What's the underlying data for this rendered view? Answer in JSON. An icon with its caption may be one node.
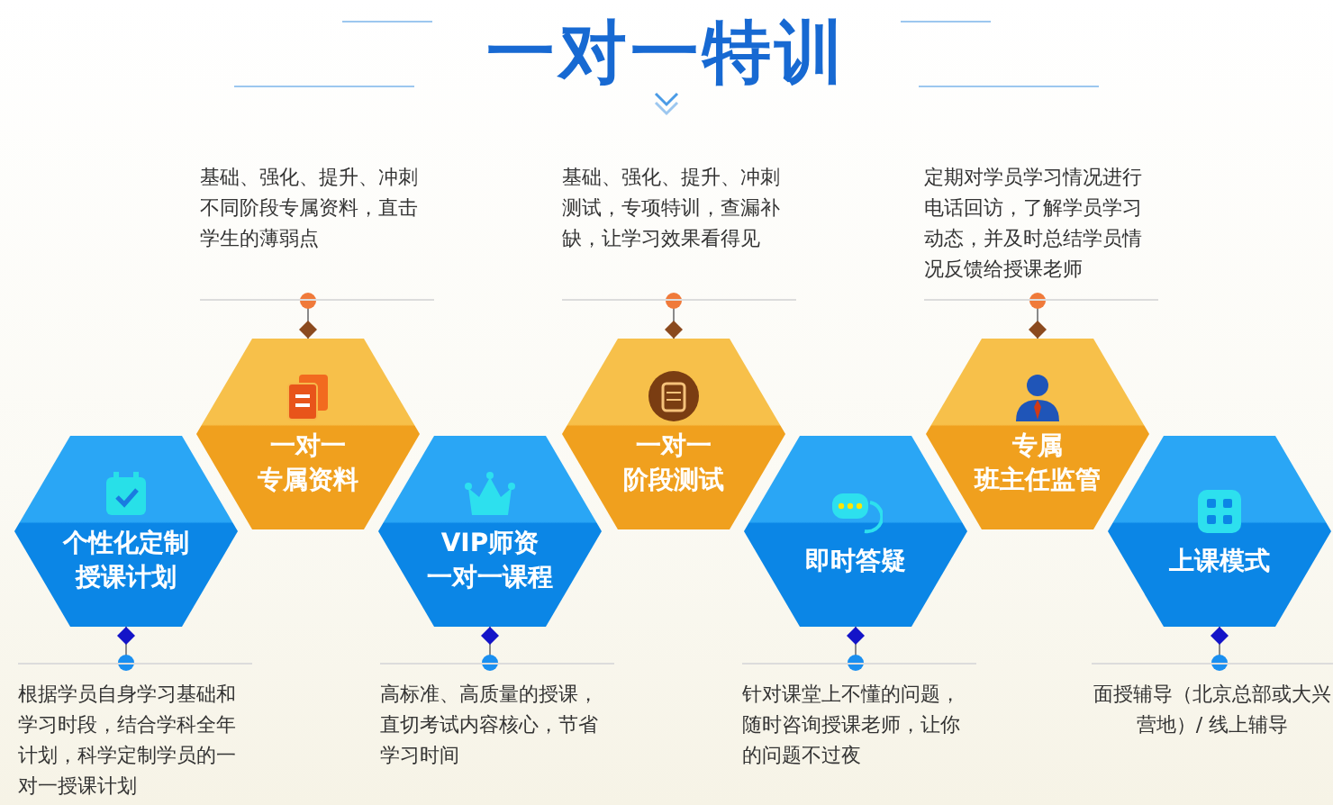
{
  "diagram": {
    "title": "一对一特训",
    "nodes": [
      {
        "text": [
          "个性化定制",
          "授课计划"
        ]
      },
      {
        "text": [
          "一对一",
          "专属资料"
        ]
      },
      {
        "text": [
          "VIP师资",
          "一对一课程"
        ]
      },
      {
        "text": [
          "一对一",
          "阶段测试"
        ]
      },
      {
        "text": [
          "即时答疑"
        ]
      },
      {
        "text": [
          "专属",
          "班主任监管"
        ]
      },
      {
        "text": [
          "上课模式"
        ]
      },
      {
        "text": [
          "根据学员自身学习基础和学习时段，结合学科全年计划，科学定制学员的一对一授课计划"
        ]
      },
      {
        "text": [
          "基础、强化、提升、冲刺不同阶段专属资料，直击学生的薄弱点"
        ]
      },
      {
        "text": [
          "高标准、高质量的授课，直切考试内容核心，节省学习时间"
        ]
      },
      {
        "text": [
          "基础、强化、提升、冲刺测试，专项特训，查漏补缺，让学习效果看得见"
        ]
      },
      {
        "text": [
          "针对课堂上不懂的问题，随时咨询授课老师，让你的问题不过夜"
        ]
      },
      {
        "text": [
          "定期对学员学习情况进行电话回访，了解学员学习动态，并及时总结学员情况反馈给授课老师"
        ]
      },
      {
        "text": [
          "面授辅导（北京总部或大兴营地）/ 线上辅导"
        ]
      }
    ],
    "edges": [
      {
        "from": 0,
        "to": 7,
        "arrow": "other"
      },
      {
        "from": 1,
        "to": 8,
        "arrow": "other"
      },
      {
        "from": 2,
        "to": 9,
        "arrow": "other"
      },
      {
        "from": 3,
        "to": 10,
        "arrow": "other"
      },
      {
        "from": 4,
        "to": 11,
        "arrow": "other"
      },
      {
        "from": 5,
        "to": 12,
        "arrow": "other"
      },
      {
        "from": 6,
        "to": 13,
        "arrow": "other"
      }
    ]
  }
}
